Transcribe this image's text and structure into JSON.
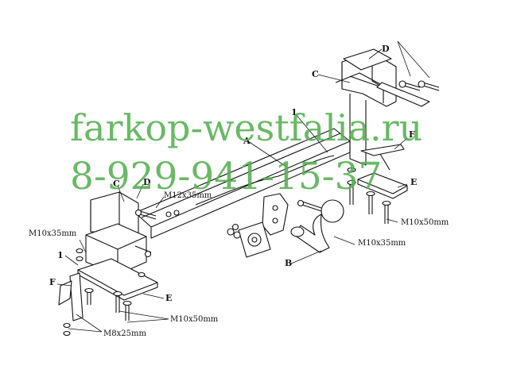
{
  "diagram": {
    "watermark": {
      "site": "farkop-westfalia.ru",
      "phone": "8-929-941-15-37",
      "color": "#55b050"
    },
    "labels": {
      "A": "A",
      "B": "B",
      "C_top": "C",
      "C_left": "C",
      "D_top": "D",
      "D_left": "D",
      "E_right": "E",
      "E_left": "E",
      "F_right": "F",
      "F_left": "F",
      "one_top": "1",
      "one_left": "1",
      "m12x35": "M12x35mm",
      "m10x35_left": "M10x35mm",
      "m10x35_right": "M10x35mm",
      "m10x50_right": "M10x50mm",
      "m10x50_bottom": "M10x50mm",
      "m8x25": "M8x25mm"
    },
    "line_color": "#111111"
  }
}
